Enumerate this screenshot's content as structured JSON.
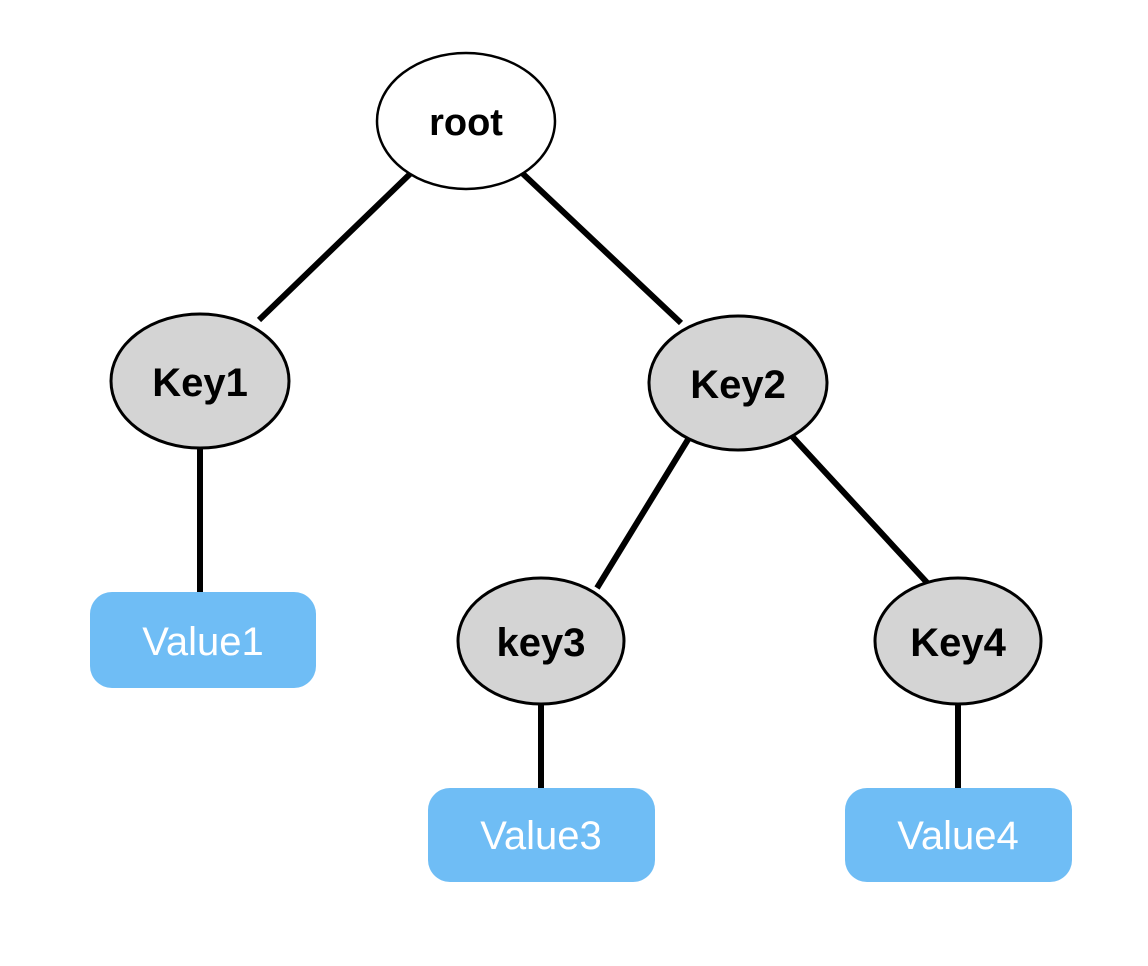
{
  "diagram": {
    "type": "tree",
    "title": "",
    "background_color": "#ffffff",
    "palette": {
      "root_fill": "#ffffff",
      "key_fill": "#d4d4d4",
      "value_fill": "#6fbdf5",
      "stroke": "#000000",
      "key_text": "#000000",
      "value_text": "#ffffff"
    },
    "nodes": {
      "root": {
        "label": "root",
        "shape": "ellipse",
        "role": "root"
      },
      "key1": {
        "label": "Key1",
        "shape": "ellipse",
        "role": "key"
      },
      "key2": {
        "label": "Key2",
        "shape": "ellipse",
        "role": "key"
      },
      "key3": {
        "label": "key3",
        "shape": "ellipse",
        "role": "key"
      },
      "key4": {
        "label": "Key4",
        "shape": "ellipse",
        "role": "key"
      },
      "value1": {
        "label": "Value1",
        "shape": "rounded-rect",
        "role": "value"
      },
      "value3": {
        "label": "Value3",
        "shape": "rounded-rect",
        "role": "value"
      },
      "value4": {
        "label": "Value4",
        "shape": "rounded-rect",
        "role": "value"
      }
    },
    "edges": [
      {
        "from": "root",
        "to": "key1"
      },
      {
        "from": "root",
        "to": "key2"
      },
      {
        "from": "key1",
        "to": "value1"
      },
      {
        "from": "key2",
        "to": "key3"
      },
      {
        "from": "key2",
        "to": "key4"
      },
      {
        "from": "key3",
        "to": "value3"
      },
      {
        "from": "key4",
        "to": "value4"
      }
    ]
  }
}
